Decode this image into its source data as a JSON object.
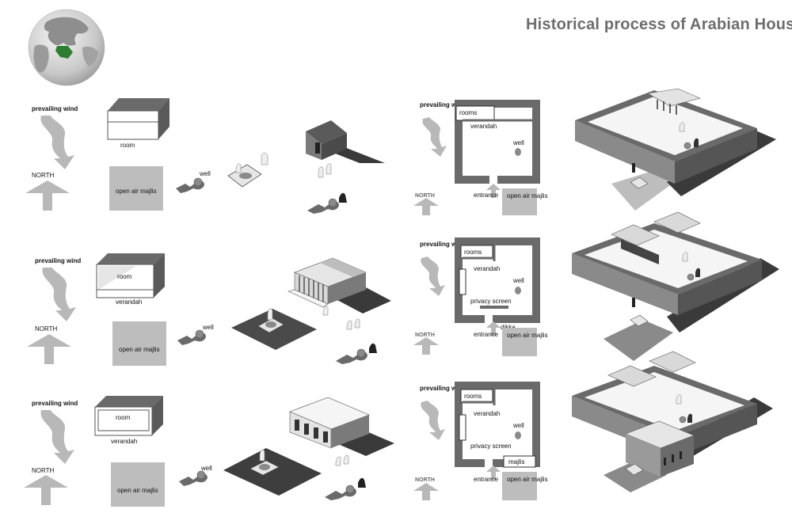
{
  "title": "Historical process of Arabian House",
  "colors": {
    "roof_dark": "#5b5b5b",
    "wall_grey": "#8a8a8a",
    "plaza": "#bdbdbd",
    "arrow": "#b8b8b8",
    "dark_ground": "#4a4a4a",
    "highlight": "#2e7d32"
  },
  "rows": [
    {
      "wind_label": "prevailing wind",
      "north_label": "NORTH",
      "block_labels": [
        "room"
      ],
      "majlis_label": "open air majlis",
      "well_label": "well",
      "plan": {
        "wind_label": "prevailing wind",
        "north_label": "NORTH",
        "rooms": "rooms",
        "verandah": "verandah",
        "well": "well",
        "entrance": "entrance",
        "majlis": "open air majlis"
      }
    },
    {
      "wind_label": "prevailing wind",
      "north_label": "NORTH",
      "block_labels": [
        "room",
        "verandah"
      ],
      "majlis_label": "open air majlis",
      "well_label": "well",
      "plan": {
        "wind_label": "prevailing wind",
        "north_label": "NORTH",
        "rooms": "rooms",
        "verandah": "verandah",
        "well": "well",
        "privacy": "privacy screen",
        "dikka": "dikka",
        "entrance": "entrance",
        "majlis": "open air majlis"
      }
    },
    {
      "wind_label": "prevailing wind",
      "north_label": "NORTH",
      "block_labels": [
        "room",
        "verandah"
      ],
      "majlis_label": "open air majlis",
      "well_label": "well",
      "plan": {
        "wind_label": "prevailing wind",
        "north_label": "NORTH",
        "rooms": "rooms",
        "verandah": "verandah",
        "well": "well",
        "privacy": "privacy screen",
        "inner_majlis": "majlis",
        "entrance": "entrance",
        "majlis": "open air majlis"
      }
    }
  ]
}
